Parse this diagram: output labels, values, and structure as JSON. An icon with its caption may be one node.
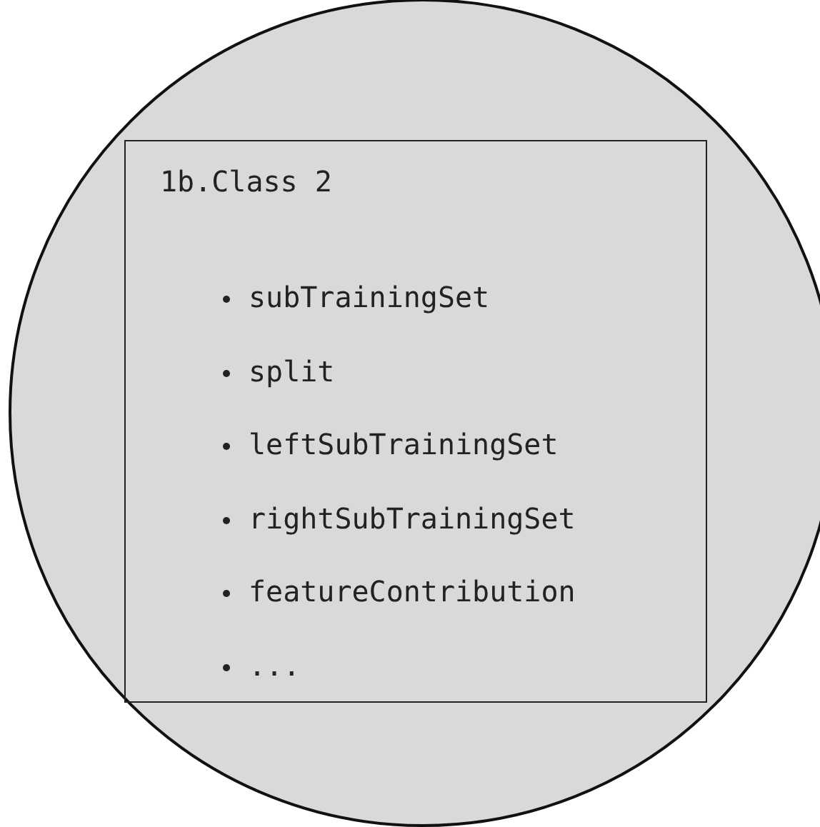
{
  "diagram": {
    "nodes": [
      {
        "text": [],
        "shape": "circle"
      },
      {
        "text": [
          "1b.Class 2",
          "subTrainingSet",
          "split",
          "leftSubTrainingSet",
          "rightSubTrainingSet",
          "featureContribution",
          "..."
        ],
        "in": 0
      }
    ]
  }
}
